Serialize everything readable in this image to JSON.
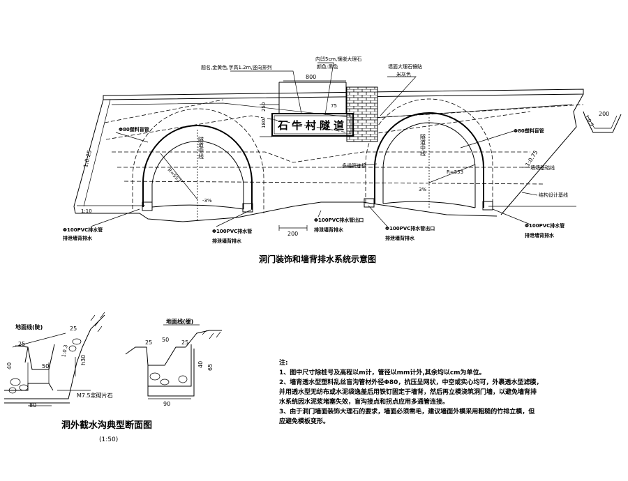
{
  "portal": {
    "title": "洞门装饰和墙背排水系统示意图",
    "nameplate_text": "石牛村隧道",
    "ann_font": "题名,金黄色,字高1.2m,竖向排列",
    "ann_inner": "内凹5cm,镶嵌大理石",
    "ann_inner_color": "颜色:黑色",
    "ann_wall_finish": "墙面大理石镶贴",
    "ann_wall_color": "米灰色",
    "dim_800": "800",
    "dim_250": "250",
    "dim_180": "180",
    "dim_75": "75",
    "dim_200_a": "200",
    "dim_200_b": "200",
    "left_drain_pipe": "Φ80塑料盲管",
    "left_tunnel_center": "隧道中线",
    "left_radius": "R=553",
    "left_slope": "-3%",
    "right_drain_pipe": "Φ80塑料盲管",
    "right_tunnel_center": "隧道中线",
    "right_radius": "R=553",
    "right_slope": "3%",
    "multi_pipe": "多通管连接",
    "wall_foundation": "墙墙基础线",
    "structure_line": "结构设计基线",
    "slope_left_1": "1:0.25",
    "slope_left_2": "1:10",
    "slope_right_1": "1:0.75",
    "slope_top_right": "1:0.5",
    "left_outlet_1": "Φ100PVC排水管",
    "left_outlet_1b": "排泄墙背排水",
    "left_outlet_2": "Φ100PVC排水管",
    "left_outlet_2b": "排泄墙背排水",
    "mid_outlet_1": "Φ100PVC排水管出口",
    "mid_outlet_1b": "排泄墙背排水",
    "mid_outlet_2": "Φ100PVC排水管出口",
    "mid_outlet_2b": "排泄墙背排水",
    "right_outlet": "Φ100PVC排水管",
    "right_outlet_b": "排泄墙背排水"
  },
  "ditch": {
    "title": "洞外截水沟典型断面图",
    "scale": "(1:50)",
    "ground_left": "地面线(陡)",
    "ground_right": "地面线(缓)",
    "material": "M7.5浆砌片石",
    "d_25_a": "25",
    "d_25_b": "25",
    "d_1_0_3": "1:0.3",
    "d_40": "40",
    "d_50": "50",
    "d_80": "80",
    "d_h30": "h30",
    "d_r_25_a": "25",
    "d_r_25_b": "25",
    "d_r_50": "50",
    "d_r_40": "40",
    "d_r_65": "65",
    "d_r_90": "90"
  },
  "notes": {
    "heading": "注:",
    "n1": "1、图中尺寸除桩号及高程以m计，管径以mm计外,其余均以cm为单位。",
    "n2a": "2、墙背透水型塑料乱丝盲沟管材外径Φ80，抗压呈网状，中空或实心均可，外裹透水型滤膜，",
    "n2b": "并用透水型无纺布或水泥袋逸盖后用铁钉固定于墙背，然后再立模浇筑洞门墙，以避免墙背排",
    "n2c": "水系统因水泥浆堵塞失效，盲沟接点和拐点应用多通管连接。",
    "n3a": "3、由于洞门墙面装饰大理石的要求，墙面必须凿毛，建议墙面外模采用粗糙的竹排立模，但",
    "n3b": "应避免模板变形。"
  }
}
